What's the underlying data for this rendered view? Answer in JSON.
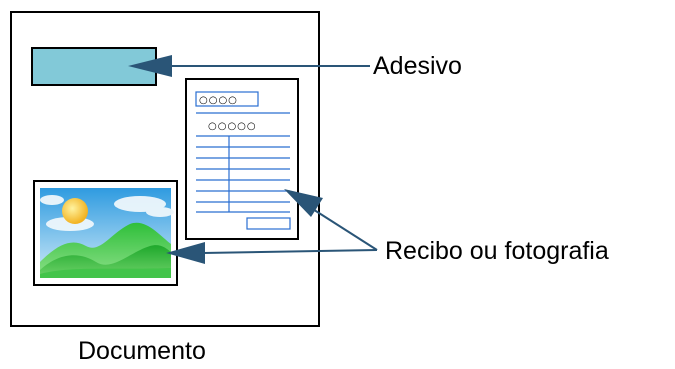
{
  "labels": {
    "sticker": "Adesivo",
    "receipt_or_photo": "Recibo ou fotografia",
    "document": "Documento"
  },
  "receipt": {
    "header_circles": "○○○○",
    "title_circles": "○○○○○"
  },
  "colors": {
    "sticker_fill": "#82c9d8",
    "arrow": "#2a5577",
    "receipt_lines": "#2a6fd1",
    "outline": "#000000"
  }
}
